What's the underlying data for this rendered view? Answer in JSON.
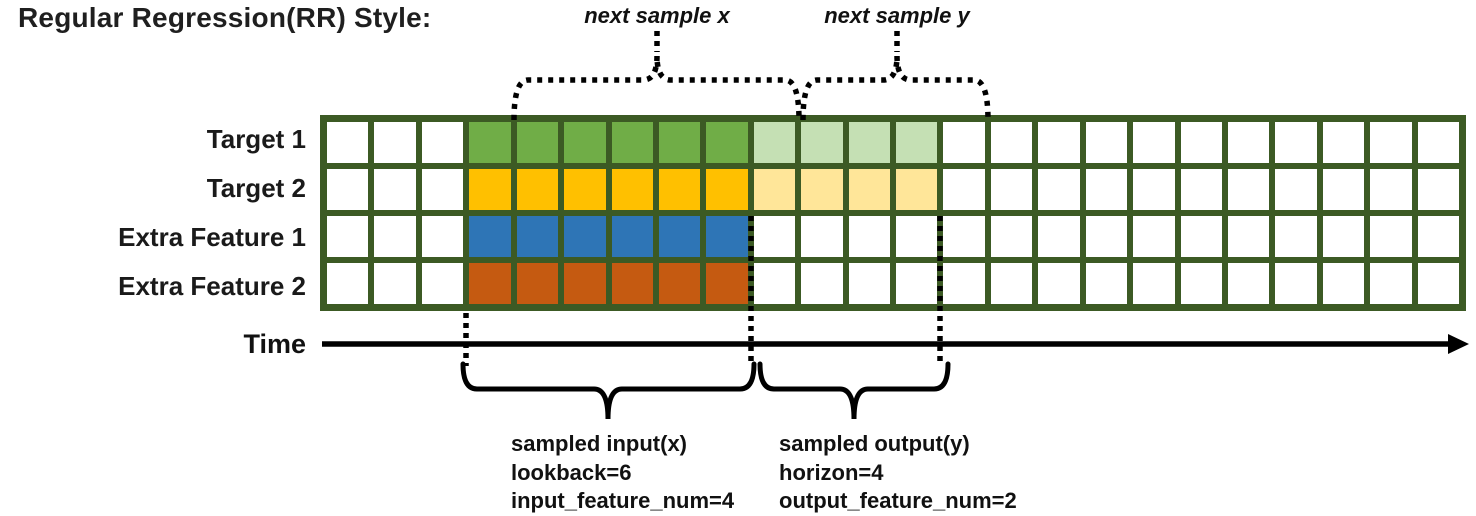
{
  "title": "Regular Regression(RR) Style:",
  "diagram": {
    "time_axis_label": "Time",
    "next_sample_x_label": "next sample x",
    "next_sample_y_label": "next sample y",
    "input_annotation": [
      "sampled input(x)",
      "lookback=6",
      "input_feature_num=4"
    ],
    "output_annotation": [
      "sampled output(y)",
      "horizon=4",
      "output_feature_num=2"
    ]
  },
  "grid": {
    "columns": 24,
    "lead_in_columns": 3,
    "lookback": 6,
    "horizon": 4,
    "border_color": "#3C5A24",
    "empty_color": "#FFFFFF",
    "line_color": "#000000",
    "rows": [
      {
        "label": "Target 1",
        "has_output": true,
        "input_color": "#70AD47",
        "output_color": "#C5E0B4"
      },
      {
        "label": "Target 2",
        "has_output": true,
        "input_color": "#FFC000",
        "output_color": "#FFE699"
      },
      {
        "label": "Extra Feature 1",
        "has_output": false,
        "input_color": "#2E75B6",
        "output_color": null
      },
      {
        "label": "Extra Feature 2",
        "has_output": false,
        "input_color": "#C55A11",
        "output_color": null
      }
    ]
  }
}
